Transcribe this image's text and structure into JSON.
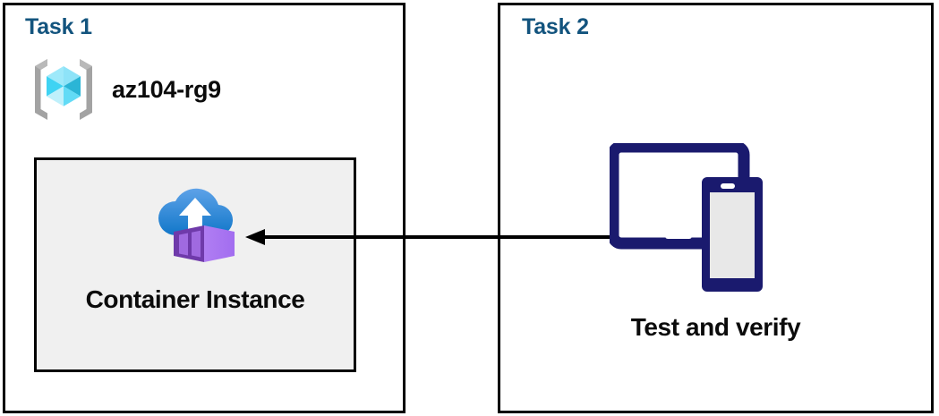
{
  "diagram": {
    "panels": [
      {
        "id": "task1",
        "title": "Task 1",
        "resource_group": {
          "icon": "azure-resource-group-icon",
          "label": "az104-rg9"
        },
        "resource": {
          "icon": "azure-container-instance-icon",
          "label": "Container Instance"
        }
      },
      {
        "id": "task2",
        "title": "Task 2",
        "action": {
          "icon": "devices-tablet-phone-icon",
          "label": "Test and verify"
        }
      }
    ],
    "connector": {
      "name": "arrow-task2-to-container-instance",
      "direction": "right-to-left",
      "color": "#000000"
    },
    "colors": {
      "title": "#13547E",
      "label": "#0b0b0b",
      "panel_border": "#000000",
      "box_fill": "#f0f0f0",
      "device_navy": "#1a1a6e",
      "cloud_blue": "#2f8ddb",
      "container_purple": "#a66ef0",
      "resource_group_cyan": "#4fd9f5"
    }
  }
}
